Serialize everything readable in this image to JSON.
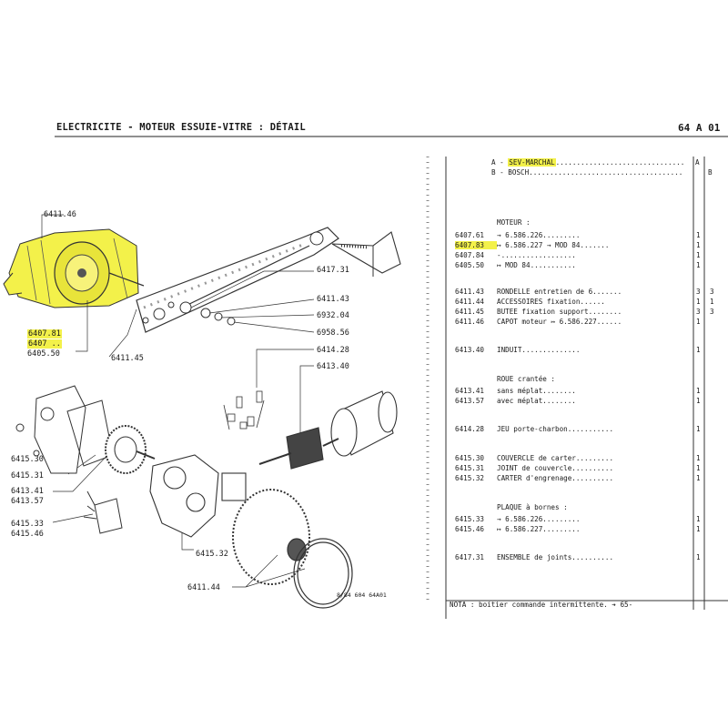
{
  "header": {
    "title": "ELECTRICITE - MOTEUR ESSUIE-VITRE : DÉTAIL",
    "page_ref": "64  A 01"
  },
  "diagram": {
    "labels": {
      "l6411_46_top": "6411.46",
      "l6407_81": "6407.81",
      "l6407_xx": "6407 ..",
      "l6405_50": "6405.50",
      "l6411_45": "6411.45",
      "l6417_31": "6417.31",
      "l6411_43": "6411.43",
      "l6932_04": "6932.04",
      "l6958_56": "6958.56",
      "l6414_28": "6414.28",
      "l6413_40": "6413.40",
      "l6415_30": "6415.30",
      "l6415_31": "6415.31",
      "l6413_41": "6413.41",
      "l6413_57": "6413.57",
      "l6415_33": "6415.33",
      "l6415_46": "6415.46",
      "l6415_32": "6415.32",
      "l6411_44": "6411.44"
    },
    "caption": "8/84  604  64A01",
    "highlight_color": "#f3f14a"
  },
  "parts_list": {
    "suppliers": [
      {
        "code": "A",
        "name": "SEV-MARCHAL",
        "mark": "A",
        "highlighted": true
      },
      {
        "code": "B",
        "name": "BOSCH",
        "mark": "B",
        "highlighted": false
      }
    ],
    "rows": [
      {
        "ref": "",
        "desc": "MOTEUR :",
        "q1": "",
        "q2": ""
      },
      {
        "ref": "6407.61",
        "desc": "→ 6.586.226.........",
        "q1": "1",
        "q2": ""
      },
      {
        "ref": "6407.83",
        "desc": "↦ 6.586.227 → MOD 84.......",
        "q1": "1",
        "q2": ""
      },
      {
        "ref": "6407.84",
        "desc": "-..................",
        "q1": "1",
        "q2": ""
      },
      {
        "ref": "6405.50",
        "desc": "↦ MOD 84...........",
        "q1": "1",
        "q2": ""
      },
      {
        "ref": "6411.43",
        "desc": "RONDELLE entretien de 6.......",
        "q1": "3",
        "q2": "3"
      },
      {
        "ref": "6411.44",
        "desc": "ACCESSOIRES fixation......",
        "q1": "1",
        "q2": "1"
      },
      {
        "ref": "6411.45",
        "desc": "BUTEE fixation support........",
        "q1": "3",
        "q2": "3"
      },
      {
        "ref": "6411.46",
        "desc": "CAPOT moteur ↦ 6.586.227......",
        "q1": "1",
        "q2": ""
      },
      {
        "ref": "6413.40",
        "desc": "INDUIT..............",
        "q1": "1",
        "q2": ""
      },
      {
        "ref": "",
        "desc": "ROUE crantée :",
        "q1": "",
        "q2": ""
      },
      {
        "ref": "6413.41",
        "desc": "sans méplat........",
        "q1": "1",
        "q2": ""
      },
      {
        "ref": "6413.57",
        "desc": "avec méplat........",
        "q1": "1",
        "q2": ""
      },
      {
        "ref": "6414.28",
        "desc": "JEU porte-charbon...........",
        "q1": "1",
        "q2": ""
      },
      {
        "ref": "6415.30",
        "desc": "COUVERCLE de carter.........",
        "q1": "1",
        "q2": ""
      },
      {
        "ref": "6415.31",
        "desc": "JOINT de couvercle..........",
        "q1": "1",
        "q2": ""
      },
      {
        "ref": "6415.32",
        "desc": "CARTER d'engrenage..........",
        "q1": "1",
        "q2": ""
      },
      {
        "ref": "",
        "desc": "PLAQUE à bornes :",
        "q1": "",
        "q2": ""
      },
      {
        "ref": "6415.33",
        "desc": "→ 6.586.226.........",
        "q1": "1",
        "q2": ""
      },
      {
        "ref": "6415.46",
        "desc": "↦ 6.586.227.........",
        "q1": "1",
        "q2": ""
      },
      {
        "ref": "6417.31",
        "desc": "ENSEMBLE de joints..........",
        "q1": "1",
        "q2": ""
      }
    ],
    "note": "NOTA : boitier commande intermittente. ➔ 65-"
  }
}
